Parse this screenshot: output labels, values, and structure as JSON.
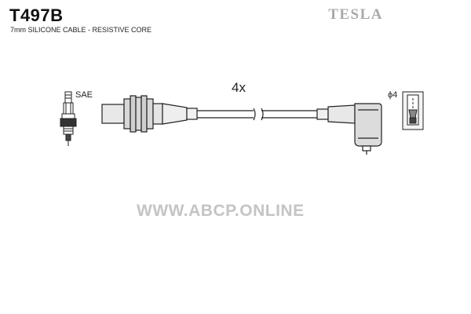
{
  "header": {
    "part_code": "T497B",
    "description": "7mm SILICONE CABLE - RESISTIVE CORE",
    "brand": "TESLA"
  },
  "diagram": {
    "spark_plug_label": "SAE",
    "quantity_label": "4x",
    "terminal_label": "ϕ4"
  },
  "watermark": "WWW.ABCP.ONLINE"
}
